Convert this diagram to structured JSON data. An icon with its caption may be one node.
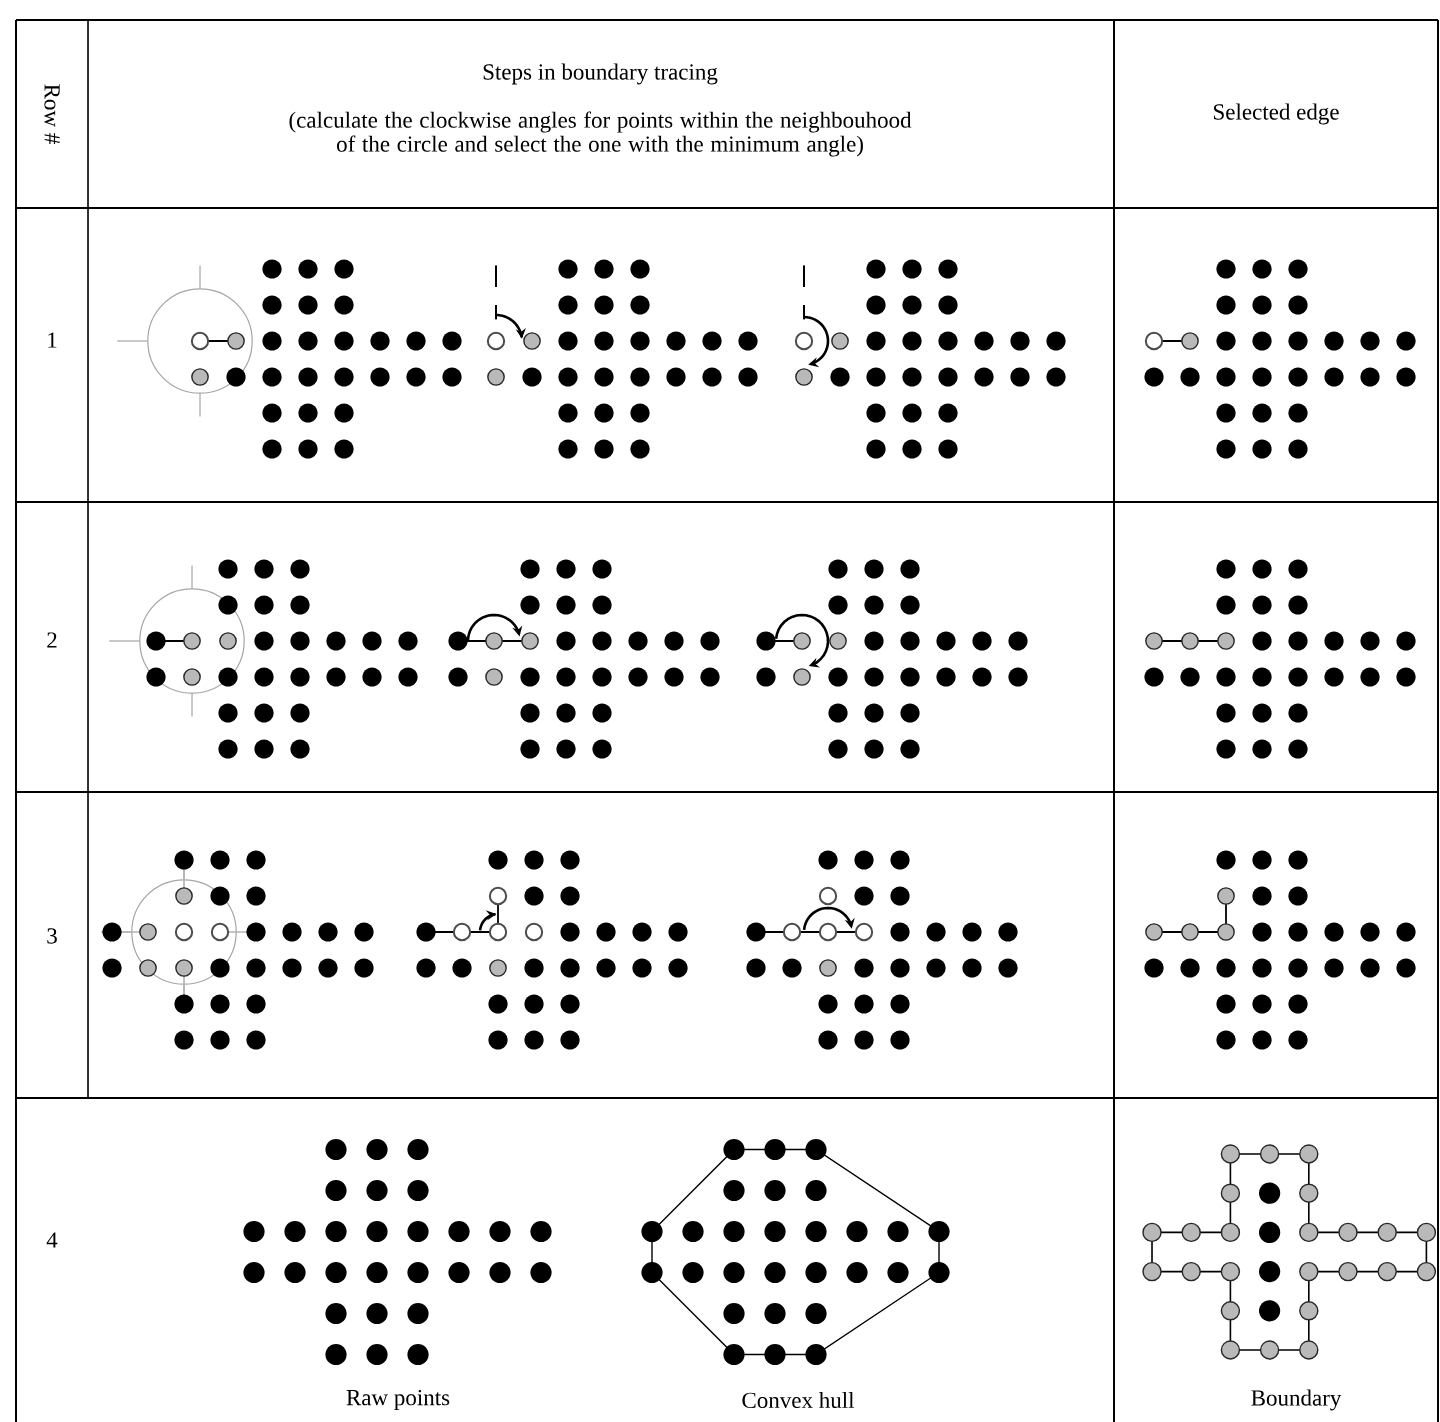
{
  "diagram": {
    "labels": [
      "Row #",
      "Steps in boundary tracing",
      "(calculate the clockwise angles for points within the neighbouhood of the circle and select the one with the minimum angle)",
      "Selected edge",
      "1",
      "2",
      "3",
      "4",
      "Raw points",
      "Convex hull",
      "Boundary"
    ]
  }
}
